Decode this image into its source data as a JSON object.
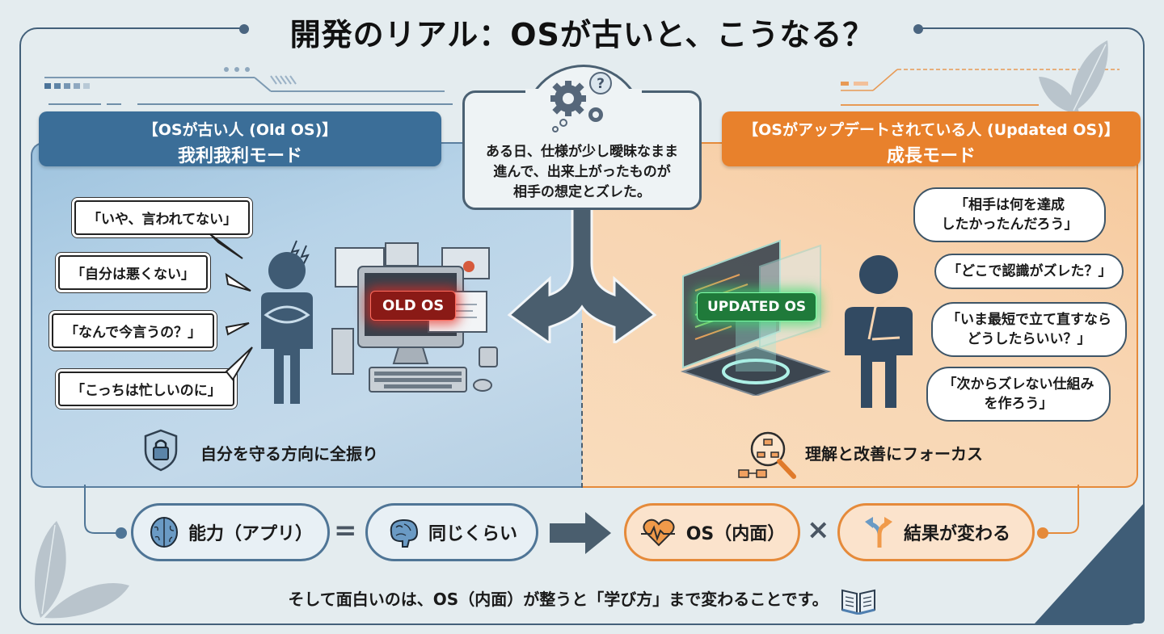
{
  "title": "開発のリアル：OSが古いと、こうなる？",
  "center_bubble": {
    "icon": "gears-question-icon",
    "lines": [
      "ある日、仕様が少し曖昧なまま",
      "進んで、出来上がったものが",
      "相手の想定とズレた。"
    ]
  },
  "left": {
    "header_line1": "【OSが古い人 (Old OS)】",
    "header_line2": "我利我利モード",
    "bubbles": [
      "「いや、言われてない」",
      "「自分は悪くない」",
      "「なんで今言うの？」",
      "「こっちは忙しいのに」"
    ],
    "badge": "OLD OS",
    "feature_text": "自分を守る方向に全振り",
    "feature_icon": "shield-lock-icon",
    "person_icon": "person-arms-crossed-icon",
    "computer_icon": "old-computer-icon"
  },
  "right": {
    "header_line1": "【OSがアップデートされている人 (Updated OS)】",
    "header_line2": "成長モード",
    "bubbles": [
      [
        "「相手は何を達成",
        "したかったんだろう」"
      ],
      [
        "「どこで認識がズレた？」"
      ],
      [
        "「いま最短で立て直すなら",
        "どうしたらいい？」"
      ],
      [
        "「次からズレない仕組み",
        "を作ろう」"
      ]
    ],
    "badge": "UPDATED OS",
    "feature_text": "理解と改善にフォーカス",
    "feature_icon": "magnifier-flowchart-icon",
    "person_icon": "person-thinking-icon",
    "computer_icon": "holographic-screen-icon"
  },
  "formula": {
    "item1": "能力（アプリ）",
    "op1": "=",
    "item2": "同じくらい",
    "arrow": "arrow-right-icon",
    "item3": "OS（内面）",
    "op2": "×",
    "item4": "結果が変わる"
  },
  "footer": "そして面白いのは、OS（内面）が整うと「学び方」まで変わることです。",
  "colors": {
    "navy": "#43607a",
    "blue_header": "#3b6e98",
    "orange_header": "#e8812c",
    "old_badge": "#8a1a16",
    "new_badge": "#1f7a3a"
  }
}
